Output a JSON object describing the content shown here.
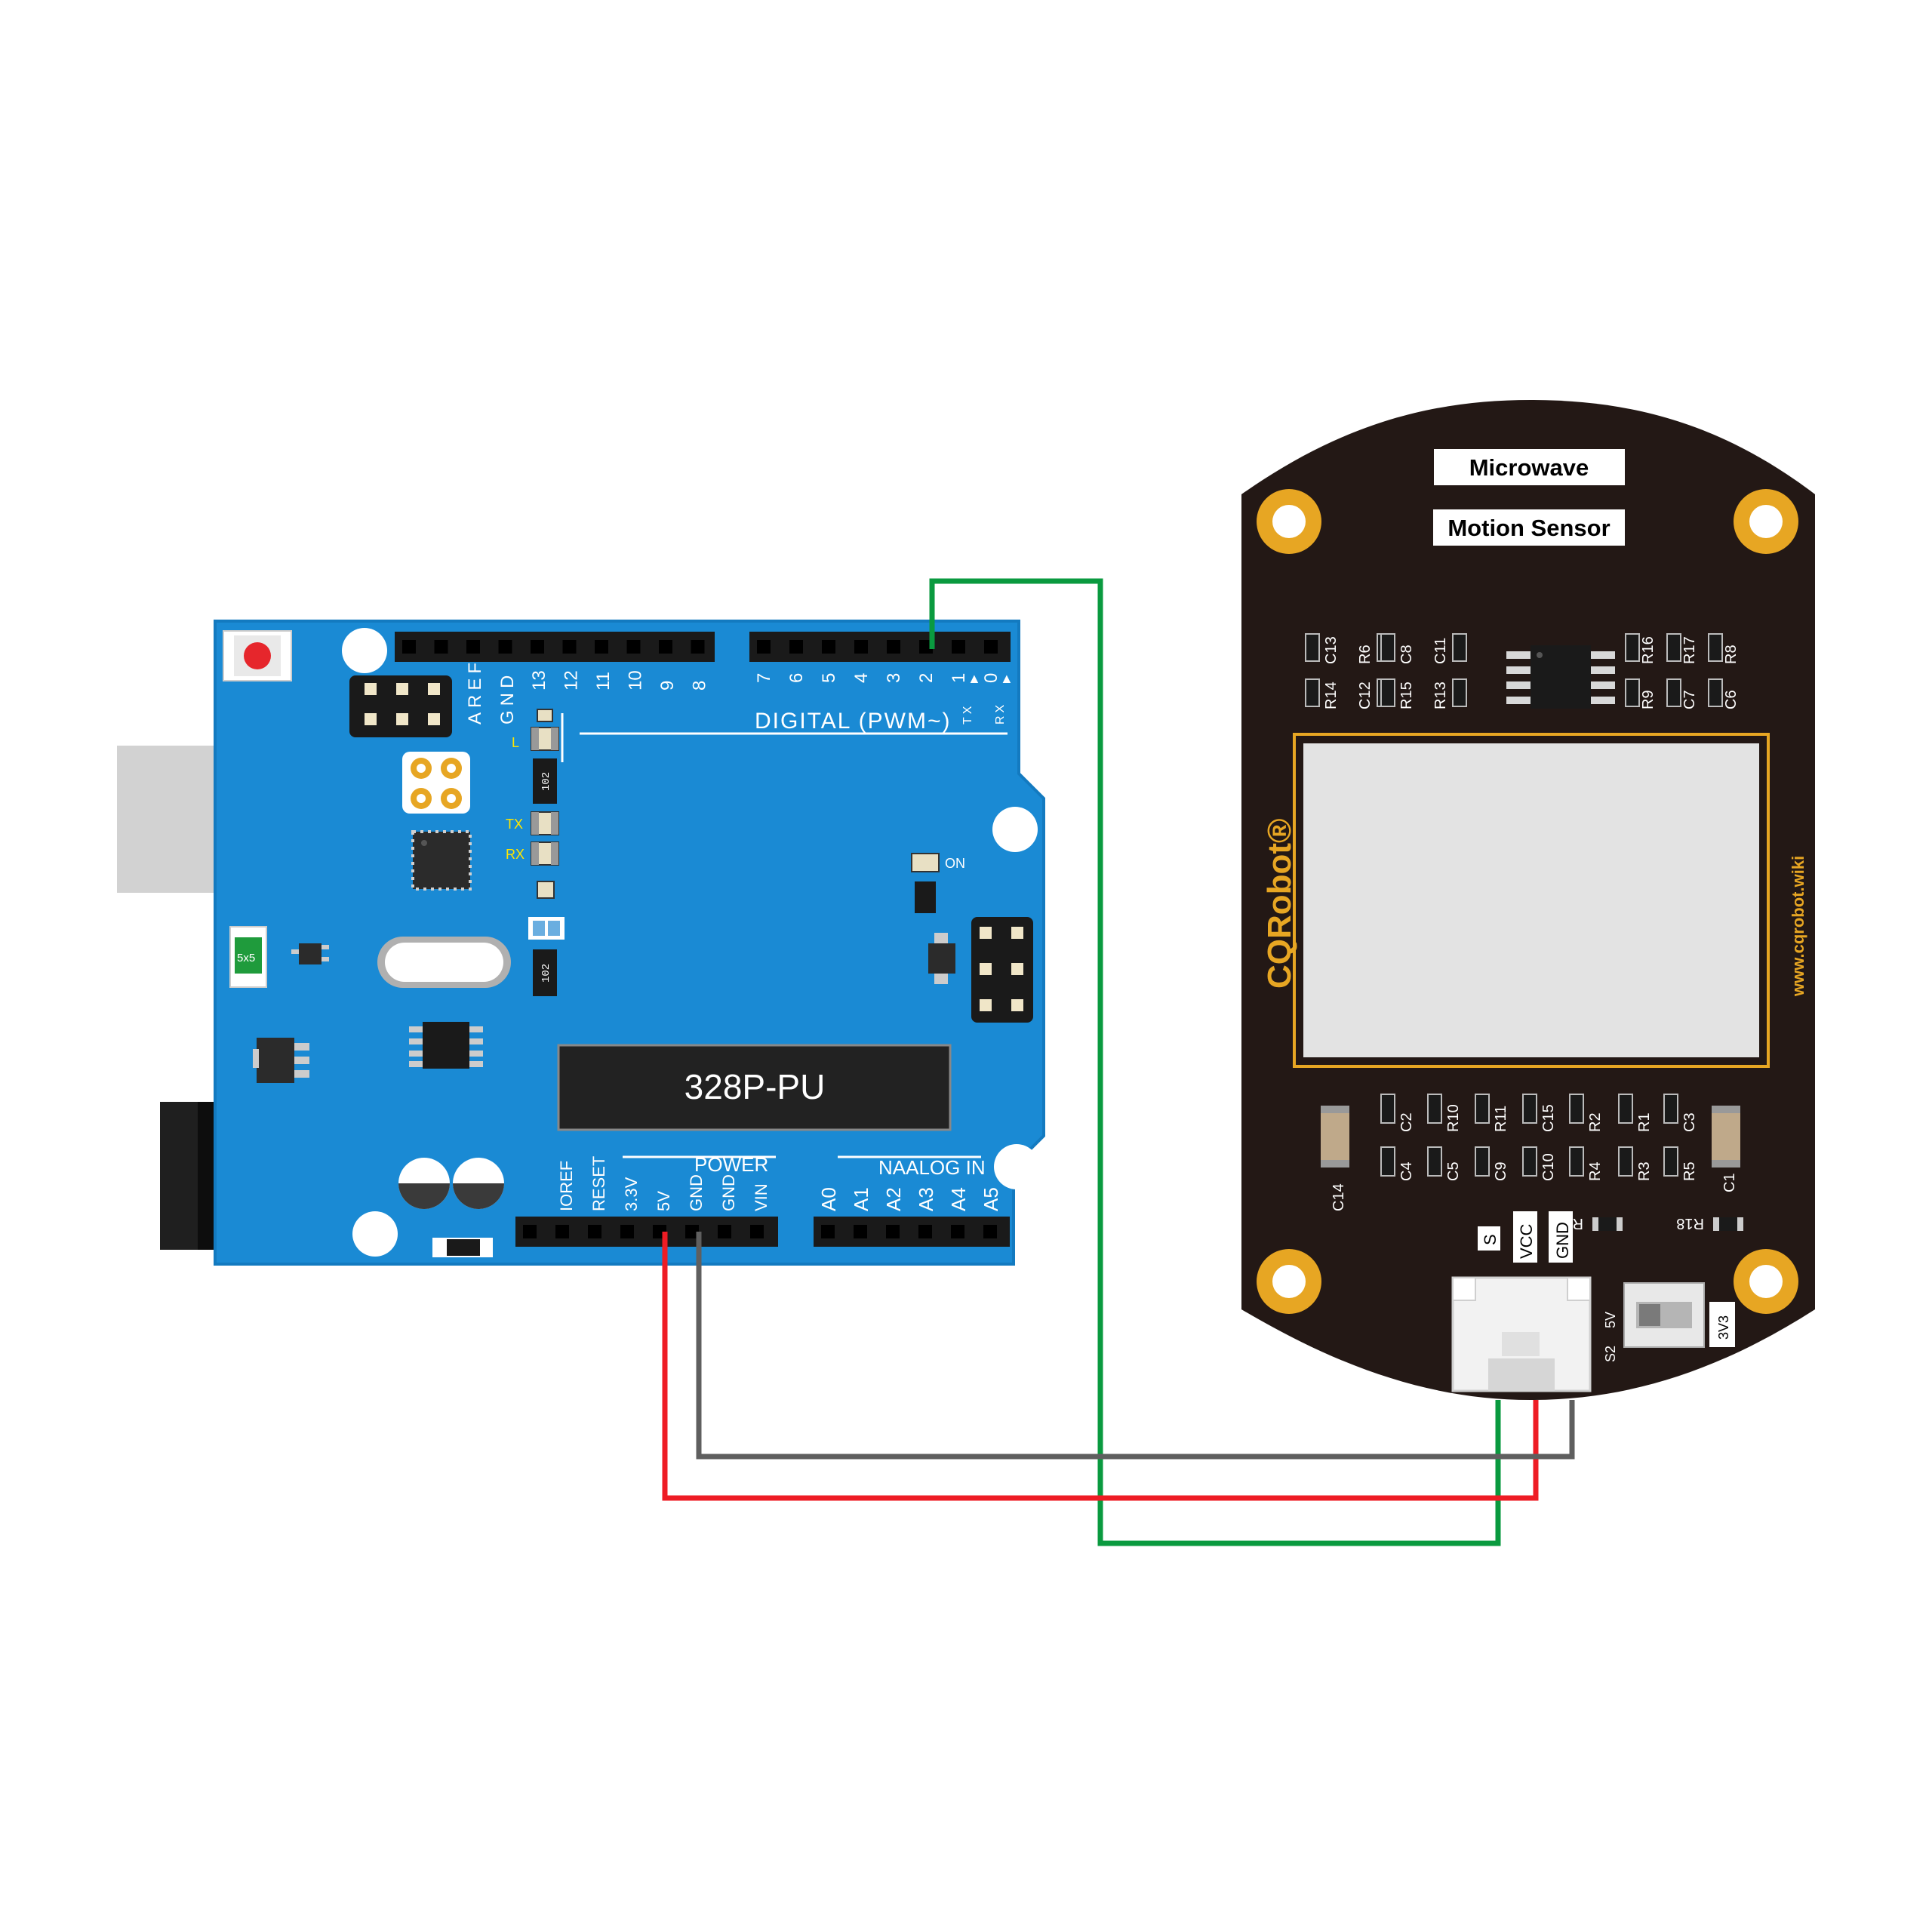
{
  "colors": {
    "arduino_board": "#1a8ad4",
    "arduino_board_edge": "#137ac0",
    "sensor_board": "#231815",
    "gold": "#e7a623",
    "header": "#1a1a1a",
    "wire_signal": "#0a9a3f",
    "wire_vcc": "#ee1c24",
    "wire_gnd": "#5f5f5f",
    "chip": "#222222",
    "radome": "#e3e3e3"
  },
  "arduino": {
    "chip_label": "328P-PU",
    "digital_label": "DIGITAL (PWM~)",
    "aref": "AREF",
    "gnd": "GND",
    "digital_pins_high": [
      "13",
      "12",
      "11",
      "10",
      "9",
      "8"
    ],
    "digital_pins_low": [
      "7",
      "6",
      "5",
      "4",
      "3",
      "2",
      "1",
      "0"
    ],
    "tx_pin": "TX",
    "rx_pin": "RX",
    "led_l": "L",
    "led_tx": "TX",
    "led_rx": "RX",
    "led_on": "ON",
    "fuse_label": "5x5",
    "resistor_label": "102",
    "power_label": "POWER",
    "analog_label": "NAALOG IN",
    "power_pins": [
      "IOREF",
      "RESET",
      "3.3V",
      "5V",
      "GND",
      "GND",
      "VIN"
    ],
    "analog_pins": [
      "A0",
      "A1",
      "A2",
      "A3",
      "A4",
      "A5"
    ]
  },
  "sensor": {
    "title_line1": "Microwave",
    "title_line2": "Motion Sensor",
    "brand": "CQRobot®",
    "website": "www.cqrobot.wiki",
    "top_components_left": [
      "C13",
      "R6",
      "C8",
      "C11",
      "R14",
      "C12",
      "R15",
      "R13"
    ],
    "top_components_right": [
      "R16",
      "R17",
      "R8",
      "R9",
      "C7",
      "C6"
    ],
    "bottom_components_row1": [
      "C2",
      "R10",
      "R11",
      "C15",
      "R2",
      "R1",
      "C3"
    ],
    "bottom_components_row2": [
      "C4",
      "C5",
      "C9",
      "C10",
      "R4",
      "R3",
      "R5"
    ],
    "c14": "C14",
    "c1": "C1",
    "r12": "R12",
    "r18": "R18",
    "pin_s": "S",
    "pin_vcc": "VCC",
    "pin_gnd": "GND",
    "switch_label": "S2",
    "switch_5v": "5V",
    "switch_3v3": "3V3"
  }
}
